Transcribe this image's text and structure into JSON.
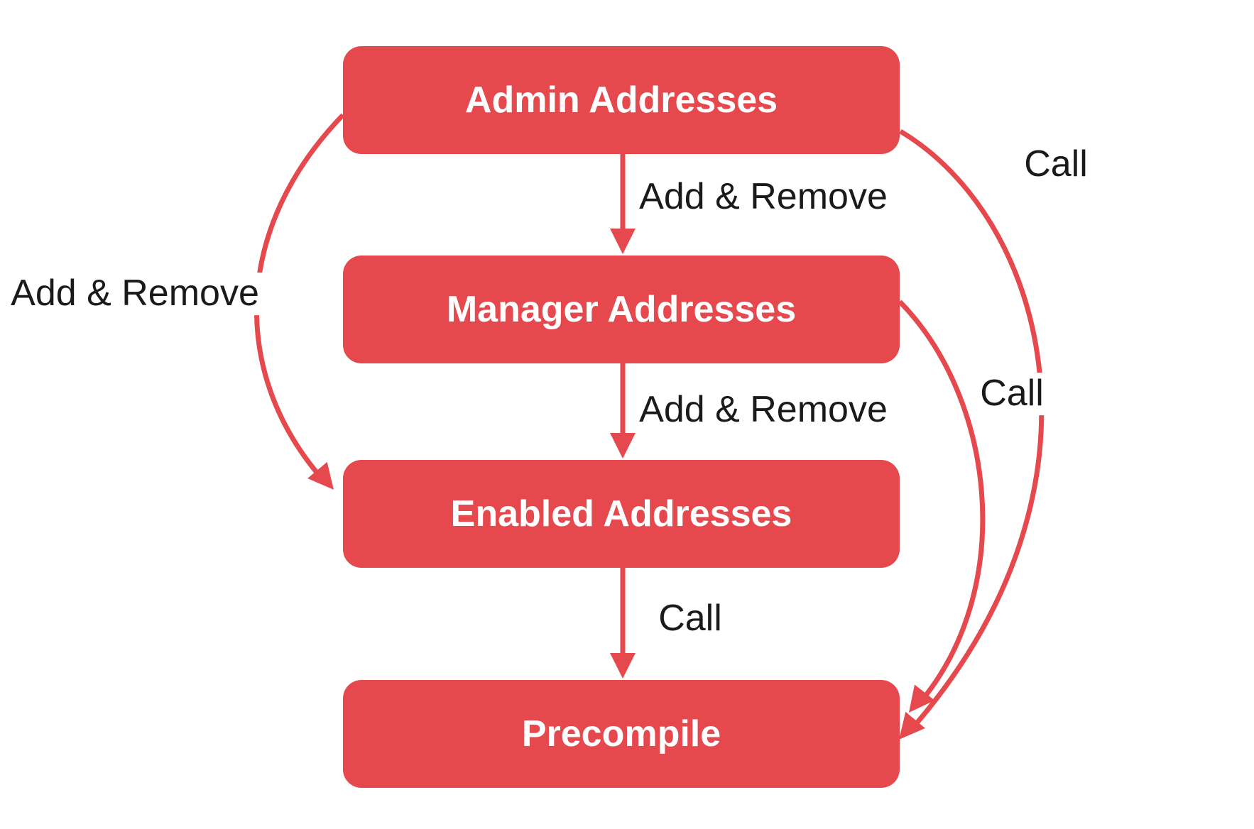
{
  "diagram": {
    "type": "flowchart",
    "direction": "top-down",
    "nodes": [
      {
        "id": "admin",
        "label": "Admin Addresses"
      },
      {
        "id": "manager",
        "label": "Manager Addresses"
      },
      {
        "id": "enabled",
        "label": "Enabled Addresses"
      },
      {
        "id": "precompile",
        "label": "Precompile"
      }
    ],
    "edges": [
      {
        "from": "admin",
        "to": "manager",
        "label": "Add & Remove"
      },
      {
        "from": "manager",
        "to": "enabled",
        "label": "Add & Remove"
      },
      {
        "from": "enabled",
        "to": "precompile",
        "label": "Call"
      },
      {
        "from": "admin",
        "to": "enabled",
        "label": "Add & Remove"
      },
      {
        "from": "admin",
        "to": "precompile",
        "label": "Call"
      },
      {
        "from": "manager",
        "to": "precompile",
        "label": "Call"
      }
    ],
    "colors": {
      "node_fill": "#E5494D",
      "node_text": "#FFFFFF",
      "edge_stroke": "#E5494D",
      "label_text": "#1A1A1A",
      "background": "#FFFFFF"
    }
  }
}
